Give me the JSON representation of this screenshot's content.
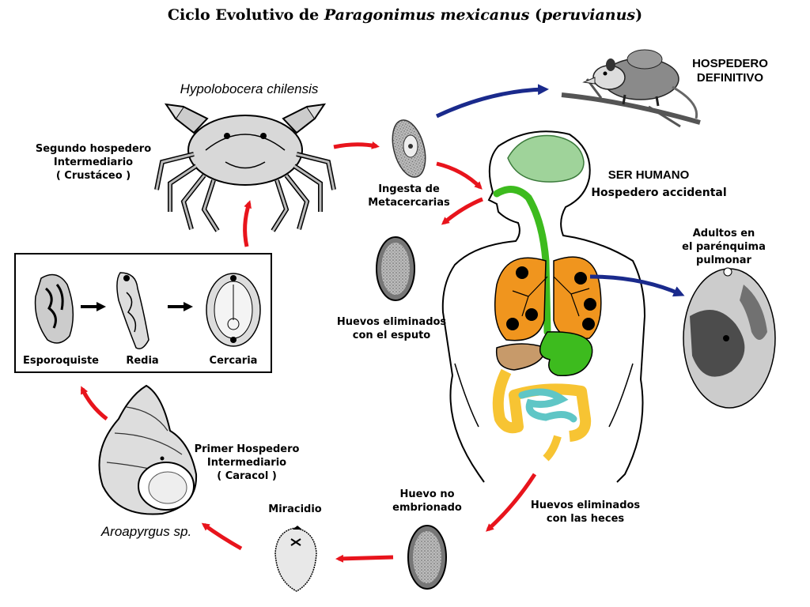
{
  "title": {
    "prefix": "Ciclo Evolutivo de ",
    "species": "Paragonimus mexicanus",
    "paren_open": " (",
    "synonym": "peruvianus",
    "paren_close": ")"
  },
  "crab": {
    "species": "Hypolobocera chilensis",
    "role": [
      "Segundo hospedero",
      "Intermediario",
      "( Crustáceo )"
    ]
  },
  "metacercaria": {
    "label": [
      "Ingesta de",
      "Metacercarias"
    ]
  },
  "definitive_host": {
    "label": [
      "HOSPEDERO",
      "DEFINITIVO"
    ]
  },
  "human": {
    "label": "SER HUMANO",
    "sublabel": "Hospedero  accidental"
  },
  "adults": {
    "label": [
      "Adultos en",
      "el parénquima",
      "pulmonar"
    ]
  },
  "sputum_eggs": {
    "label": [
      "Huevos eliminados",
      "con el esputo"
    ]
  },
  "feces_eggs": {
    "label": [
      "Huevos eliminados",
      "con las heces"
    ]
  },
  "egg": {
    "label": [
      "Huevo no",
      "embrionado"
    ]
  },
  "miracidium": {
    "label": "Miracidio"
  },
  "snail": {
    "species": "Aroapyrgus sp.",
    "role": [
      "Primer Hospedero",
      "Intermediario",
      "( Caracol )"
    ]
  },
  "snail_stages": {
    "sporocyst": "Esporoquiste",
    "redia": "Redia",
    "cercaria": "Cercaria"
  },
  "colors": {
    "arrow_red": "#e8141c",
    "arrow_blue": "#1a2a8c",
    "brain": "#9fd39a",
    "lungs": "#f0951e",
    "trachea_gut": "#3dbb1e",
    "liver": "#c79a6a",
    "colon": "#f7c433",
    "small_intestine": "#5fc6c6"
  }
}
